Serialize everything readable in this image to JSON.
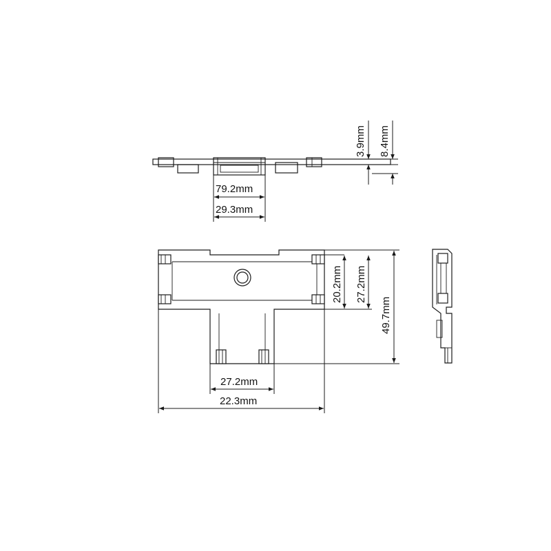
{
  "dimensions": {
    "side_height_top": "3.9mm",
    "side_height_total": "8.4mm",
    "side_width_inner": "79.2mm",
    "side_width_outer": "29.3mm",
    "plan_height_upper": "20.2mm",
    "plan_height_mid": "27.2mm",
    "plan_height_total": "49.7mm",
    "plan_stem_width": "27.2mm",
    "plan_total_width": "22.3mm"
  }
}
